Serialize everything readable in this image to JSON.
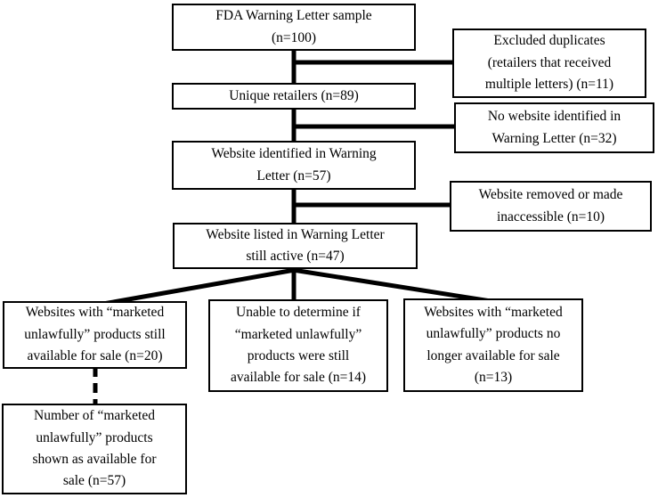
{
  "diagram": {
    "title": "FDA Warning Letter sample flow diagram",
    "line_color": "#000000",
    "box_border_color": "#000000",
    "background_color": "#ffffff",
    "nodes": {
      "sample": {
        "label": "FDA Warning Letter sample\n(n=100)",
        "n": 100
      },
      "excluded_duplicates": {
        "label": "Excluded duplicates\n(retailers that received\nmultiple letters) (n=11)",
        "n": 11
      },
      "unique_retailers": {
        "label": "Unique retailers (n=89)",
        "n": 89
      },
      "no_website": {
        "label": "No website identified in\nWarning Letter (n=32)",
        "n": 32
      },
      "website_identified": {
        "label": "Website identified in Warning\nLetter (n=57)",
        "n": 57
      },
      "website_removed": {
        "label": "Website removed or made\ninaccessible (n=10)",
        "n": 10
      },
      "website_active": {
        "label": "Website listed in Warning Letter\nstill active (n=47)",
        "n": 47
      },
      "products_still_available": {
        "label": "Websites with “marketed\nunlawfully” products still\navailable for sale (n=20)",
        "n": 20
      },
      "unable_to_determine": {
        "label": "Unable to determine if\n“marketed unlawfully”\nproducts were still\navailable for sale (n=14)",
        "n": 14
      },
      "no_longer_available": {
        "label": "Websites with “marketed\nunlawfully” products no\nlonger available for sale\n(n=13)",
        "n": 13
      },
      "products_count": {
        "label": "Number of “marketed\nunlawfully” products\nshown as available for\nsale (n=57)",
        "n": 57
      }
    },
    "edges": [
      {
        "from": "sample",
        "to": "unique_retailers",
        "style": "solid"
      },
      {
        "from": "sample",
        "to": "excluded_duplicates",
        "style": "solid"
      },
      {
        "from": "unique_retailers",
        "to": "website_identified",
        "style": "solid"
      },
      {
        "from": "unique_retailers",
        "to": "no_website",
        "style": "solid"
      },
      {
        "from": "website_identified",
        "to": "website_active",
        "style": "solid"
      },
      {
        "from": "website_identified",
        "to": "website_removed",
        "style": "solid"
      },
      {
        "from": "website_active",
        "to": "products_still_available",
        "style": "solid"
      },
      {
        "from": "website_active",
        "to": "unable_to_determine",
        "style": "solid"
      },
      {
        "from": "website_active",
        "to": "no_longer_available",
        "style": "solid"
      },
      {
        "from": "products_still_available",
        "to": "products_count",
        "style": "dashed"
      }
    ]
  }
}
